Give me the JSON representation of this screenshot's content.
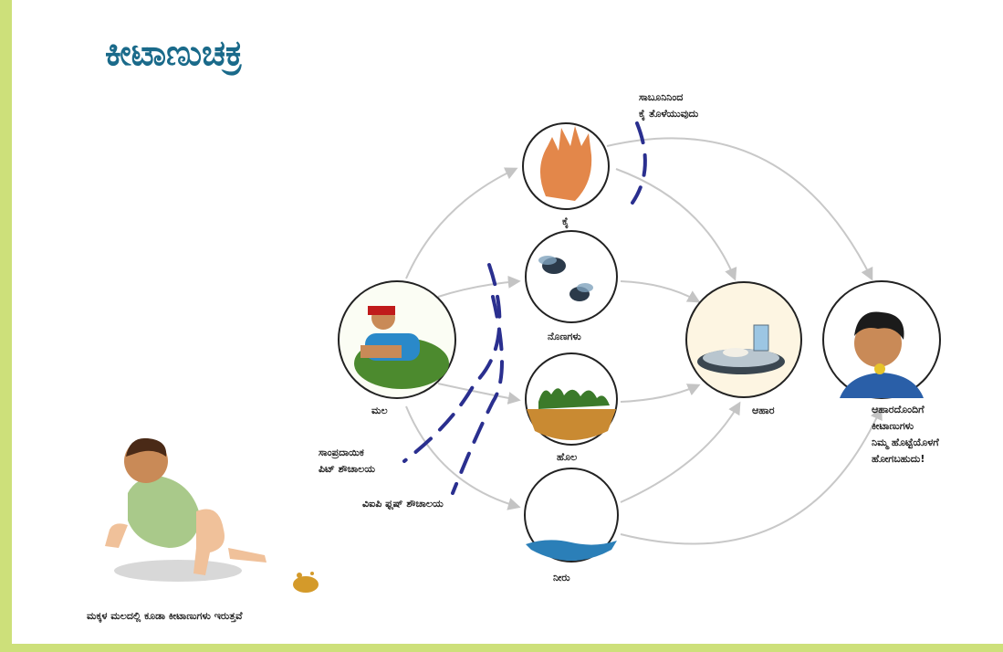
{
  "title": "ಕೀಟಾಣುಚಕ್ರ",
  "nodes": {
    "feces": "ಮಲ",
    "hand": "ಕೈ",
    "flies": "ನೊಣಗಳು",
    "field": "ಹೊಲ",
    "water": "ನೀರು",
    "food": "ಆಹಾರ"
  },
  "barriers": {
    "handwash": [
      "ಸಾಬೂನಿನಿಂದ",
      "ಕೈ ತೊಳೆಯುವುದು"
    ],
    "pit_latrine": [
      "ಸಾಂಪ್ರದಾಯಿಕ",
      "ಪಿಟ್ ಶೌಚಾಲಯ"
    ],
    "vip_latrine": "ವಿಐಪಿ ಫ್ಲಷ್ ಶೌಚಾಲಯ"
  },
  "person_note": [
    "ಆಹಾರದೊಂದಿಗೆ",
    "ಕೀಟಾಣುಗಳು",
    "ನಿಮ್ಮ ಹೊಟ್ಟೆಯೊಳಗೆ",
    "ಹೋಗಬಹುದು!"
  ],
  "baby_caption": "ಮಕ್ಕಳ ಮಲದಲ್ಲಿ ಕೂಡಾ ಕೀಟಾಣುಗಳು ಇರುತ್ತವೆ",
  "colors": {
    "accent_bar": "#cde07a",
    "title": "#1a6a8a",
    "barrier": "#2a2f8f",
    "arrow": "#c4c4c4"
  }
}
